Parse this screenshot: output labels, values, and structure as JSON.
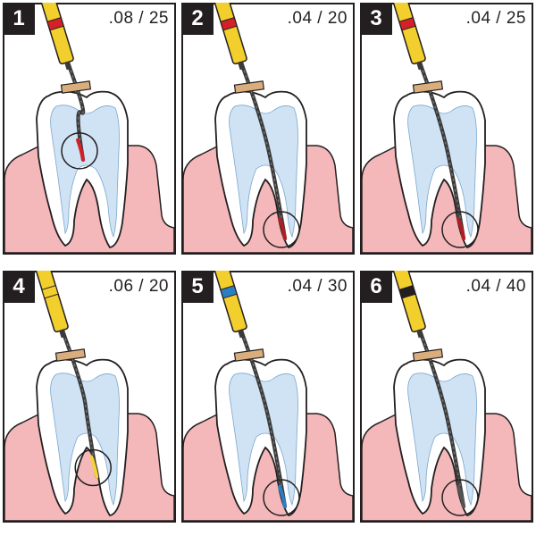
{
  "colors": {
    "gum": "#f4b8ba",
    "tooth": "#ffffff",
    "pulp": "#cfe3f5",
    "outline": "#231f20",
    "handle": "#f2cf2c",
    "stopper": "#d9ad7c",
    "file": "#3a3a3a"
  },
  "panels": [
    {
      "number": "1",
      "size": ".08 / 25",
      "band_color": "#d42027",
      "tip_color": "#d42027",
      "depth": 0.42
    },
    {
      "number": "2",
      "size": ".04 / 20",
      "band_color": "#d42027",
      "tip_color": "#b01e24",
      "depth": 1.0
    },
    {
      "number": "3",
      "size": ".04 / 25",
      "band_color": "#d42027",
      "tip_color": "#b01e24",
      "depth": 1.0
    },
    {
      "number": "4",
      "size": ".06 / 20",
      "band_color": "#f2cf2c",
      "tip_color": "#f2d23a",
      "depth": 0.78
    },
    {
      "number": "5",
      "size": ".04 / 30",
      "band_color": "#2a7fc4",
      "tip_color": "#2a7fc4",
      "depth": 1.0
    },
    {
      "number": "6",
      "size": ".04 / 40",
      "band_color": "#231f20",
      "tip_color": "#555555",
      "depth": 1.0
    }
  ]
}
